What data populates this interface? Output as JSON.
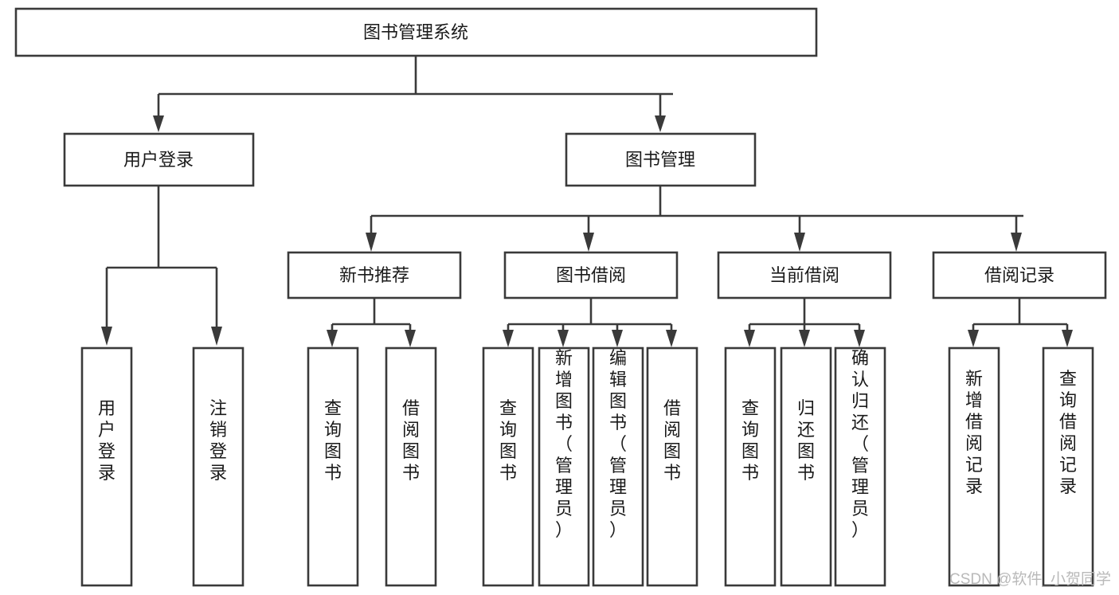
{
  "diagram": {
    "title": "图书管理系统",
    "type": "tree",
    "orientation": "top-down",
    "colors": {
      "box_stroke": "#3a3a3a",
      "box_fill": "#ffffff",
      "connector": "#3a3a3a",
      "text": "#1a1a1a",
      "watermark": "#b9b9b9",
      "background": "#ffffff"
    },
    "root": {
      "id": "root",
      "label": "图书管理系统",
      "orientation": "horizontal"
    },
    "level2": [
      {
        "id": "user-login",
        "label": "用户登录",
        "orientation": "horizontal"
      },
      {
        "id": "book-management",
        "label": "图书管理",
        "orientation": "horizontal"
      }
    ],
    "level3": [
      {
        "id": "new-book-recommend",
        "label": "新书推荐",
        "orientation": "horizontal",
        "parent": "book-management"
      },
      {
        "id": "book-borrow",
        "label": "图书借阅",
        "orientation": "horizontal",
        "parent": "book-management"
      },
      {
        "id": "current-borrow",
        "label": "当前借阅",
        "orientation": "horizontal",
        "parent": "book-management"
      },
      {
        "id": "borrow-record",
        "label": "借阅记录",
        "orientation": "horizontal",
        "parent": "book-management"
      }
    ],
    "leaves": [
      {
        "id": "leaf-user-login",
        "label": "用户登录",
        "orientation": "vertical",
        "parent": "user-login"
      },
      {
        "id": "leaf-logout-login",
        "label": "注销登录",
        "orientation": "vertical",
        "parent": "user-login"
      },
      {
        "id": "leaf-query-book-1",
        "label": "查询图书",
        "orientation": "vertical",
        "parent": "new-book-recommend"
      },
      {
        "id": "leaf-borrow-book-1",
        "label": "借阅图书",
        "orientation": "vertical",
        "parent": "new-book-recommend"
      },
      {
        "id": "leaf-query-book-2",
        "label": "查询图书",
        "orientation": "vertical",
        "parent": "book-borrow"
      },
      {
        "id": "leaf-add-book",
        "label": "新增图书（管理员）",
        "orientation": "vertical",
        "parent": "book-borrow"
      },
      {
        "id": "leaf-edit-book",
        "label": "编辑图书（管理员）",
        "orientation": "vertical",
        "parent": "book-borrow"
      },
      {
        "id": "leaf-borrow-book-2",
        "label": "借阅图书",
        "orientation": "vertical",
        "parent": "book-borrow"
      },
      {
        "id": "leaf-query-book-3",
        "label": "查询图书",
        "orientation": "vertical",
        "parent": "current-borrow"
      },
      {
        "id": "leaf-return-book",
        "label": "归还图书",
        "orientation": "vertical",
        "parent": "current-borrow"
      },
      {
        "id": "leaf-confirm-return",
        "label": "确认归还（管理员）",
        "orientation": "vertical",
        "parent": "current-borrow"
      },
      {
        "id": "leaf-add-record",
        "label": "新增借阅记录",
        "orientation": "vertical",
        "parent": "borrow-record"
      },
      {
        "id": "leaf-query-record",
        "label": "查询借阅记录",
        "orientation": "vertical",
        "parent": "borrow-record"
      }
    ],
    "watermark": "CSDN @软件_小贺同学"
  }
}
